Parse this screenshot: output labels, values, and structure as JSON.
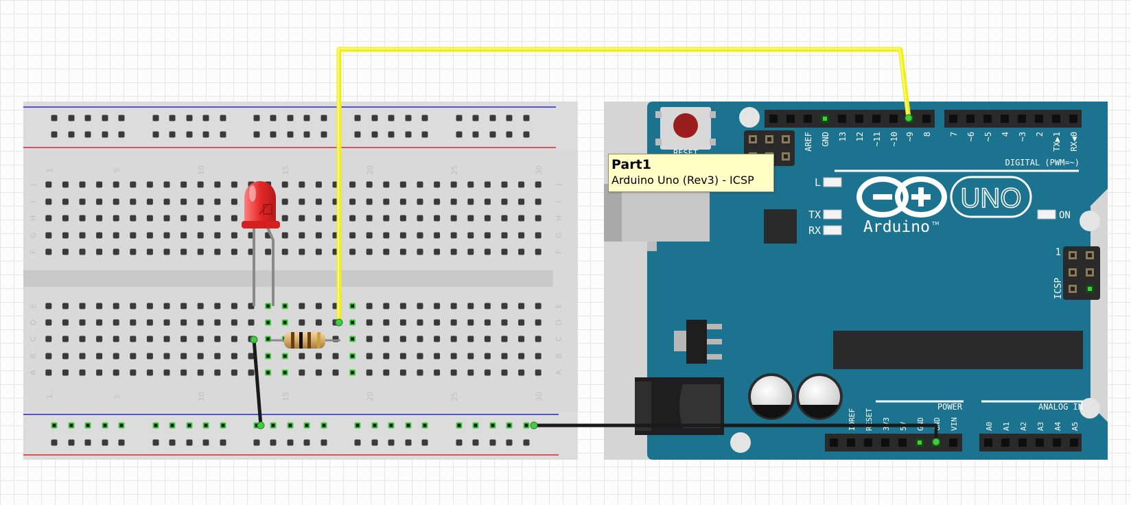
{
  "tooltip": {
    "title": "Part1",
    "subtitle": "Arduino Uno (Rev3) - ICSP"
  },
  "breadboard": {
    "column_numbers": [
      "1",
      "5",
      "10",
      "15",
      "20",
      "25",
      "30"
    ],
    "top_rows": [
      "J",
      "I",
      "H",
      "G",
      "F"
    ],
    "bottom_rows": [
      "E",
      "D",
      "C",
      "B",
      "A"
    ]
  },
  "arduino": {
    "reset_label": "RESET",
    "digital_header_labels": [
      "AREF",
      "GND",
      "13",
      "12",
      "~11",
      "~10",
      "~9",
      "8"
    ],
    "digital_header_labels_2": [
      "7",
      "~6",
      "~5",
      "4",
      "~3",
      "2",
      "TX▶1",
      "RX◀0"
    ],
    "digital_label": "DIGITAL (PWM=~)",
    "led_labels": [
      "L",
      "TX",
      "RX"
    ],
    "on_label": "ON",
    "brand_name": "UNO",
    "brand_text": "Arduino",
    "trademark": "TM",
    "icsp_label": "ICSP",
    "icsp_pin1": "1",
    "power_label": "POWER",
    "power_pins": [
      "IOREF",
      "RESET",
      "3V3",
      "5V",
      "GND",
      "GND",
      "VIN"
    ],
    "analog_label": "ANALOG IN",
    "analog_pins": [
      "A0",
      "A1",
      "A2",
      "A3",
      "A4",
      "A5"
    ]
  },
  "colors": {
    "board_teal": "#1b7390",
    "wire_yellow": "#f2ee1d",
    "wire_black": "#1a1a1a",
    "led_red": "#e42828",
    "rail_red": "#d82424",
    "rail_blue": "#2424d8",
    "connected_green": "#3dd23d"
  }
}
